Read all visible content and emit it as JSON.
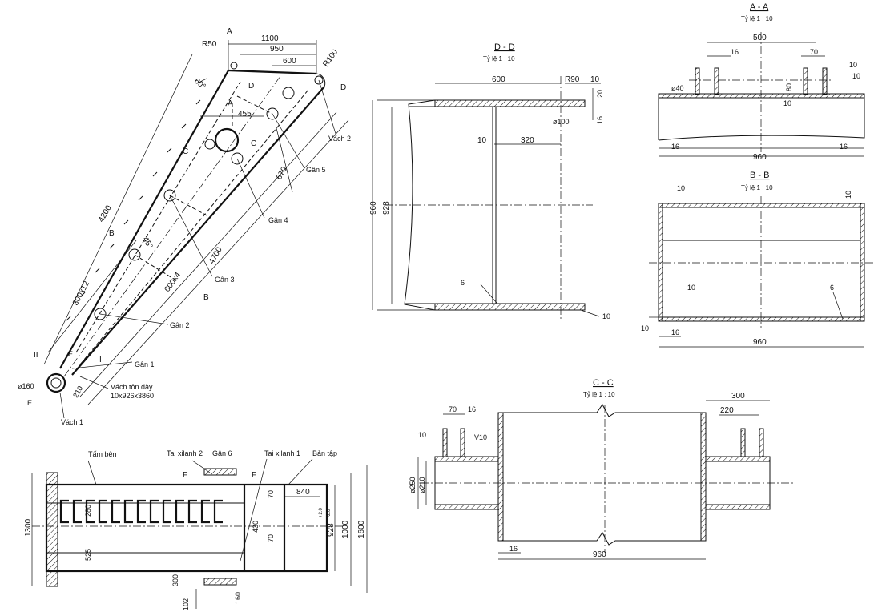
{
  "main_view": {
    "r50": "R50",
    "r100": "R100",
    "d1100": "1100",
    "d950": "950",
    "d600": "600",
    "angle60": "60°",
    "d455": "455",
    "d4200": "4200",
    "d670": "670",
    "d4700": "4700",
    "d300x12": "300x12",
    "d600x4": "600x4",
    "angle45": "45°",
    "d210": "210",
    "d160": "ø160",
    "sec_a": "A",
    "sec_b": "B",
    "sec_c": "C",
    "sec_d": "D",
    "sec_e": "E",
    "roman1": "I",
    "roman2": "II",
    "vach1": "Vách 1",
    "vach2": "Vách 2",
    "gan1": "Gân 1",
    "gan2": "Gân 2",
    "gan3": "Gân 3",
    "gan4": "Gân 4",
    "gan5": "Gân 5",
    "vach_ton_1": "Vách tôn dày",
    "vach_ton_2": "10x926x3860"
  },
  "section_dd": {
    "title": "D - D",
    "scale": "Tỷ lệ 1 : 10",
    "d600": "600",
    "r90": "R90",
    "d10a": "10",
    "d20": "20",
    "d16": "16",
    "d100": "ø100",
    "d10b": "10",
    "d320": "320",
    "d960": "960",
    "d928": "928",
    "w6": "6",
    "w10": "10"
  },
  "section_aa": {
    "title": "A - A",
    "scale": "Tỷ lệ 1 : 10",
    "d500": "500",
    "d16a": "16",
    "d70": "70",
    "d40": "ø40",
    "d80": "80",
    "d10": "10",
    "w10a": "10",
    "w10b": "10",
    "d16b": "16",
    "d16c": "16",
    "d960": "960"
  },
  "section_bb": {
    "title": "B - B",
    "scale": "Tỷ lệ 1 : 10",
    "w10a": "10",
    "d10a": "10",
    "w10b": "10",
    "w6": "6",
    "d10b": "10",
    "d16": "16",
    "d960": "960"
  },
  "section_cc": {
    "title": "C - C",
    "scale": "Tỷ lệ 1 : 10",
    "d70": "70",
    "d16a": "16",
    "w10": "10",
    "v10": "V10",
    "d250": "ø250",
    "d210": "ø210",
    "d300": "300",
    "d220": "220",
    "d16b": "16",
    "d960": "960"
  },
  "plan_view": {
    "tam_ben": "Tấm bên",
    "tai_xilanh_2": "Tai xilanh 2",
    "gan6": "Gân 6",
    "tai_xilanh_1": "Tai xilanh 1",
    "ban_tap": "Bản tập",
    "sec_f": "F",
    "d1300": "1300",
    "d280": "280",
    "d525": "525",
    "d840": "840",
    "d70a": "70",
    "d70b": "70",
    "d430": "430",
    "d928": "928",
    "tol_plus": "+2.0",
    "tol_minus": "-2.0",
    "d1000": "1000",
    "d1600": "1600",
    "d300": "300",
    "d102": "102",
    "d160": "160"
  }
}
